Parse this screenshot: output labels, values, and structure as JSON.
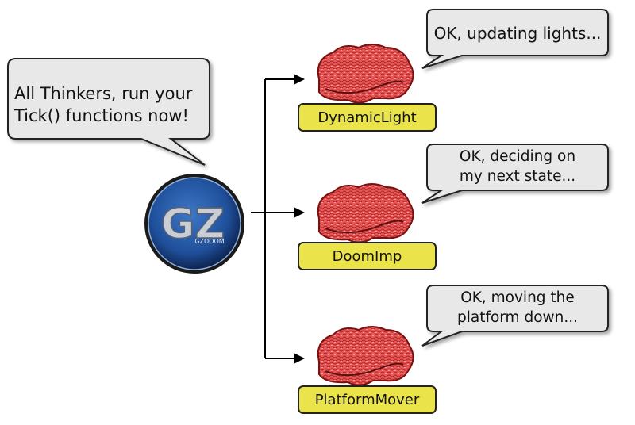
{
  "controller": {
    "speech": "All Thinkers, run your\nTick() functions now!",
    "logo_text": "GZDOOM",
    "logo_letters": "GZ"
  },
  "thinkers": [
    {
      "label": "DynamicLight",
      "speech": "OK, updating lights..."
    },
    {
      "label": "DoomImp",
      "speech": "OK, deciding on\nmy next state..."
    },
    {
      "label": "PlatformMover",
      "speech": "OK, moving the\nplatform down..."
    }
  ],
  "colors": {
    "bubble_fill": "#e8e8e8",
    "label_fill": "#ebe34a",
    "brain": "#e04848",
    "logo_blue": "#1f4f9a"
  }
}
